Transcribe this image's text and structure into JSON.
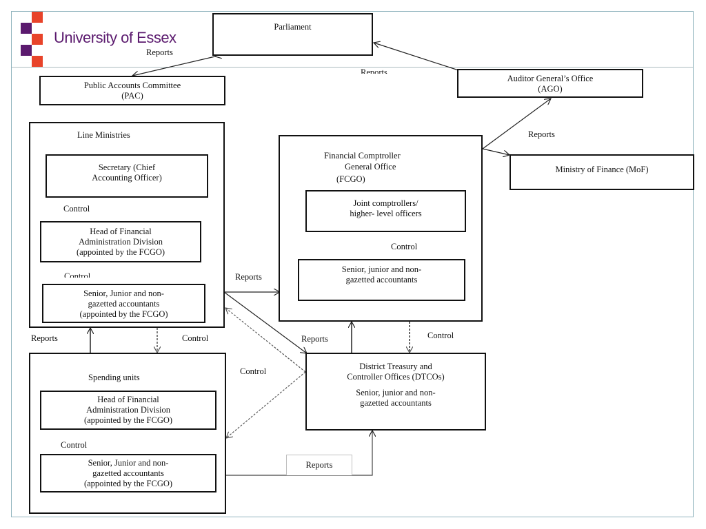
{
  "header": {
    "brand": "University of Essex",
    "logo_colors": {
      "purple": "#5b1a6e",
      "orange": "#e8432a"
    }
  },
  "nodes": {
    "parliament": {
      "title": "Parliament"
    },
    "pac": {
      "line1": "Public Accounts Committee",
      "line2": "(PAC)"
    },
    "ago": {
      "line1": "Auditor General’s Office",
      "line2": "(AGO)"
    },
    "mof": {
      "title": "Ministry of Finance (MoF)"
    },
    "line_ministries": {
      "title": "Line Ministries",
      "secretary": {
        "line1": "Secretary (Chief",
        "line2": "Accounting Officer)"
      },
      "head_fad": {
        "line1": "Head of Financial",
        "line2": "Administration Division",
        "line3": "(appointed by the FCGO)"
      },
      "accountants": {
        "line1": "Senior, Junior and non-",
        "line2": "gazetted accountants",
        "line3": "(appointed by the FCGO)"
      }
    },
    "fcgo": {
      "line1": "Financial Comptroller",
      "line2": "General Office",
      "line3": "(FCGO)",
      "joint": {
        "line1": "Joint comptrollers/",
        "line2": "higher- level officers"
      },
      "accountants": {
        "line1": "Senior, junior and non-",
        "line2": "gazetted accountants"
      }
    },
    "spending_units": {
      "title": "Spending units",
      "head_fad": {
        "line1": "Head of Financial",
        "line2": "Administration Division",
        "line3": "(appointed by the FCGO)"
      },
      "accountants": {
        "line1": "Senior, Junior and non-",
        "line2": "gazetted accountants",
        "line3": "(appointed by the FCGO)"
      }
    },
    "dtco": {
      "line1": "District Treasury and",
      "line2": "Controller Offices (DTCOs)",
      "line3": "Senior, junior and non-",
      "line4": "gazetted accountants"
    }
  },
  "edge_labels": {
    "reports_pac_parliament": "Reports",
    "reports_ago_parliament": "Reports",
    "reports_fcgo_ago_mof": "Reports",
    "control_secretary_head": "Control",
    "control_head_accountants": "Control",
    "reports_lm_fcgo": "Reports",
    "reports_su_lm": "Reports",
    "control_lm_su": "Control",
    "control_dtco_su": "Control",
    "reports_dtco_fcgo": "Reports",
    "control_fcgo_dtco": "Control",
    "control_fcgo_internal": "Control",
    "control_su_internal": "Control",
    "reports_su_dtco": "Reports"
  }
}
